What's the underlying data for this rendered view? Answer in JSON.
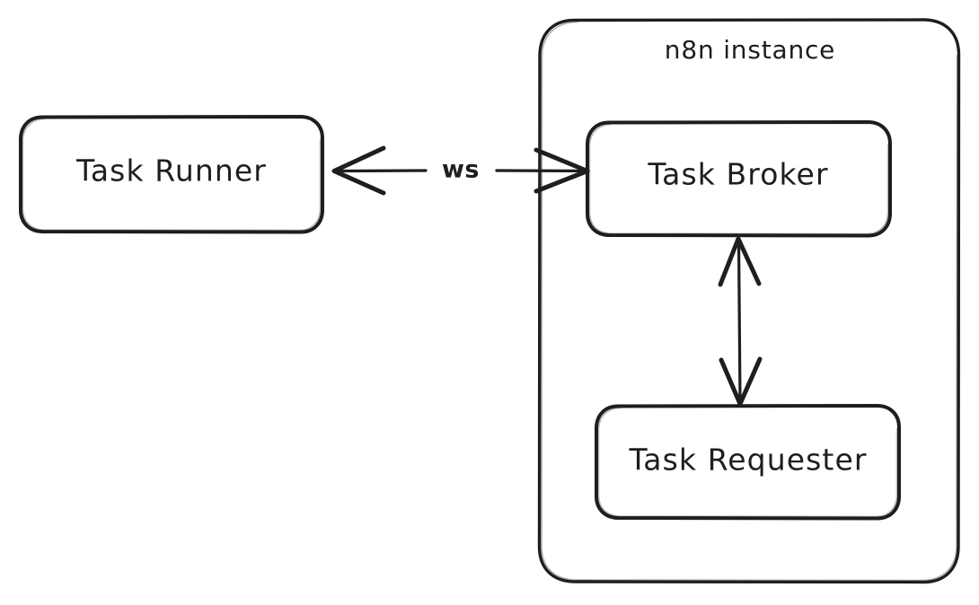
{
  "diagram": {
    "title_visible": false,
    "background_color": "#ffffff",
    "stroke_color": "#1e1e1e",
    "style": "hand-drawn",
    "container": {
      "label": "n8n instance",
      "name": "n8n-instance-container"
    },
    "nodes": [
      {
        "id": "task-runner",
        "label": "Task Runner",
        "inside_container": false
      },
      {
        "id": "task-broker",
        "label": "Task Broker",
        "inside_container": true
      },
      {
        "id": "task-requester",
        "label": "Task Requester",
        "inside_container": true
      }
    ],
    "edges": [
      {
        "id": "runner-broker",
        "from": "task-runner",
        "to": "task-broker",
        "label": "ws",
        "direction": "bidirectional",
        "orientation": "horizontal"
      },
      {
        "id": "broker-requester",
        "from": "task-broker",
        "to": "task-requester",
        "label": "",
        "direction": "bidirectional",
        "orientation": "vertical"
      }
    ]
  }
}
